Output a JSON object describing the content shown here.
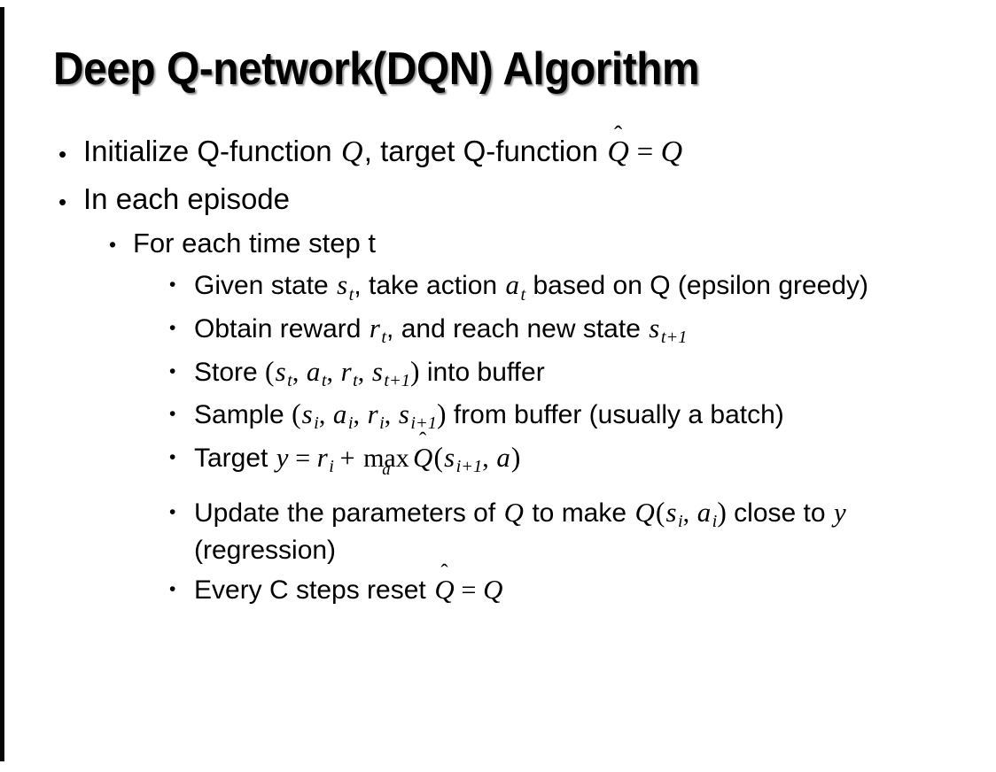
{
  "slide": {
    "title": "Deep Q-network(DQN) Algorithm",
    "background_color": "#ffffff",
    "text_color": "#000000",
    "bullet_glyph": "•"
  },
  "content": {
    "l1_initialize": {
      "prefix": "Initialize Q-function ",
      "var_q1": "Q",
      "mid": ", target Q-function ",
      "hat_q": "Q",
      "hat_accent": "̂",
      "equals": "=",
      "var_q2": "Q"
    },
    "l1_episode": {
      "text": "In each episode"
    },
    "l2_timestep": {
      "text": "For each time step t"
    },
    "l3_given_state": {
      "p1": "Given state ",
      "s": "s",
      "s_sub": "t",
      "p2": ", take action ",
      "a": "a",
      "a_sub": "t",
      "p3": " based on Q (epsilon greedy)"
    },
    "l3_obtain_reward": {
      "p1": "Obtain reward ",
      "r": "r",
      "r_sub": "t",
      "p2": ", and reach new state ",
      "s": "s",
      "s_sub": "t+1"
    },
    "l3_store": {
      "p1": "Store ",
      "open": "(",
      "s": "s",
      "s_sub": "t",
      "c1": ", ",
      "a": "a",
      "a_sub": "t",
      "c2": ", ",
      "r": "r",
      "r_sub": "t",
      "c3": ", ",
      "s2": "s",
      "s2_sub": "t+1",
      "close": ")",
      "p2": " into buffer"
    },
    "l3_sample": {
      "p1": "Sample ",
      "open": "(",
      "s": "s",
      "s_sub": "i",
      "c1": ", ",
      "a": "a",
      "a_sub": "i",
      "c2": ", ",
      "r": "r",
      "r_sub": "i",
      "c3": ", ",
      "s2": "s",
      "s2_sub": "i+1",
      "close": ")",
      "p2": " from buffer (usually a batch)"
    },
    "l3_target": {
      "p1": "Target ",
      "y": "y",
      "equals": "=",
      "r": "r",
      "r_sub": "i",
      "plus": "+",
      "max_op": "max",
      "max_sub": "a",
      "hat_q": "Q",
      "hat_accent": "̂",
      "open": "(",
      "s": "s",
      "s_sub": "i+1",
      "comma": ", ",
      "a": "a",
      "close": ")"
    },
    "l3_update": {
      "p1": "Update the parameters of ",
      "q1": "Q",
      "p2": " to make ",
      "q2": "Q",
      "open": "(",
      "s": "s",
      "s_sub": "i",
      "comma": ", ",
      "a": "a",
      "a_sub": "i",
      "close": ")",
      "p3": " close to ",
      "y": "y",
      "p4": " (regression)"
    },
    "l3_reset": {
      "p1": "Every C steps reset ",
      "hat_q": "Q",
      "hat_accent": "̂",
      "equals": "=",
      "q2": "Q"
    }
  }
}
